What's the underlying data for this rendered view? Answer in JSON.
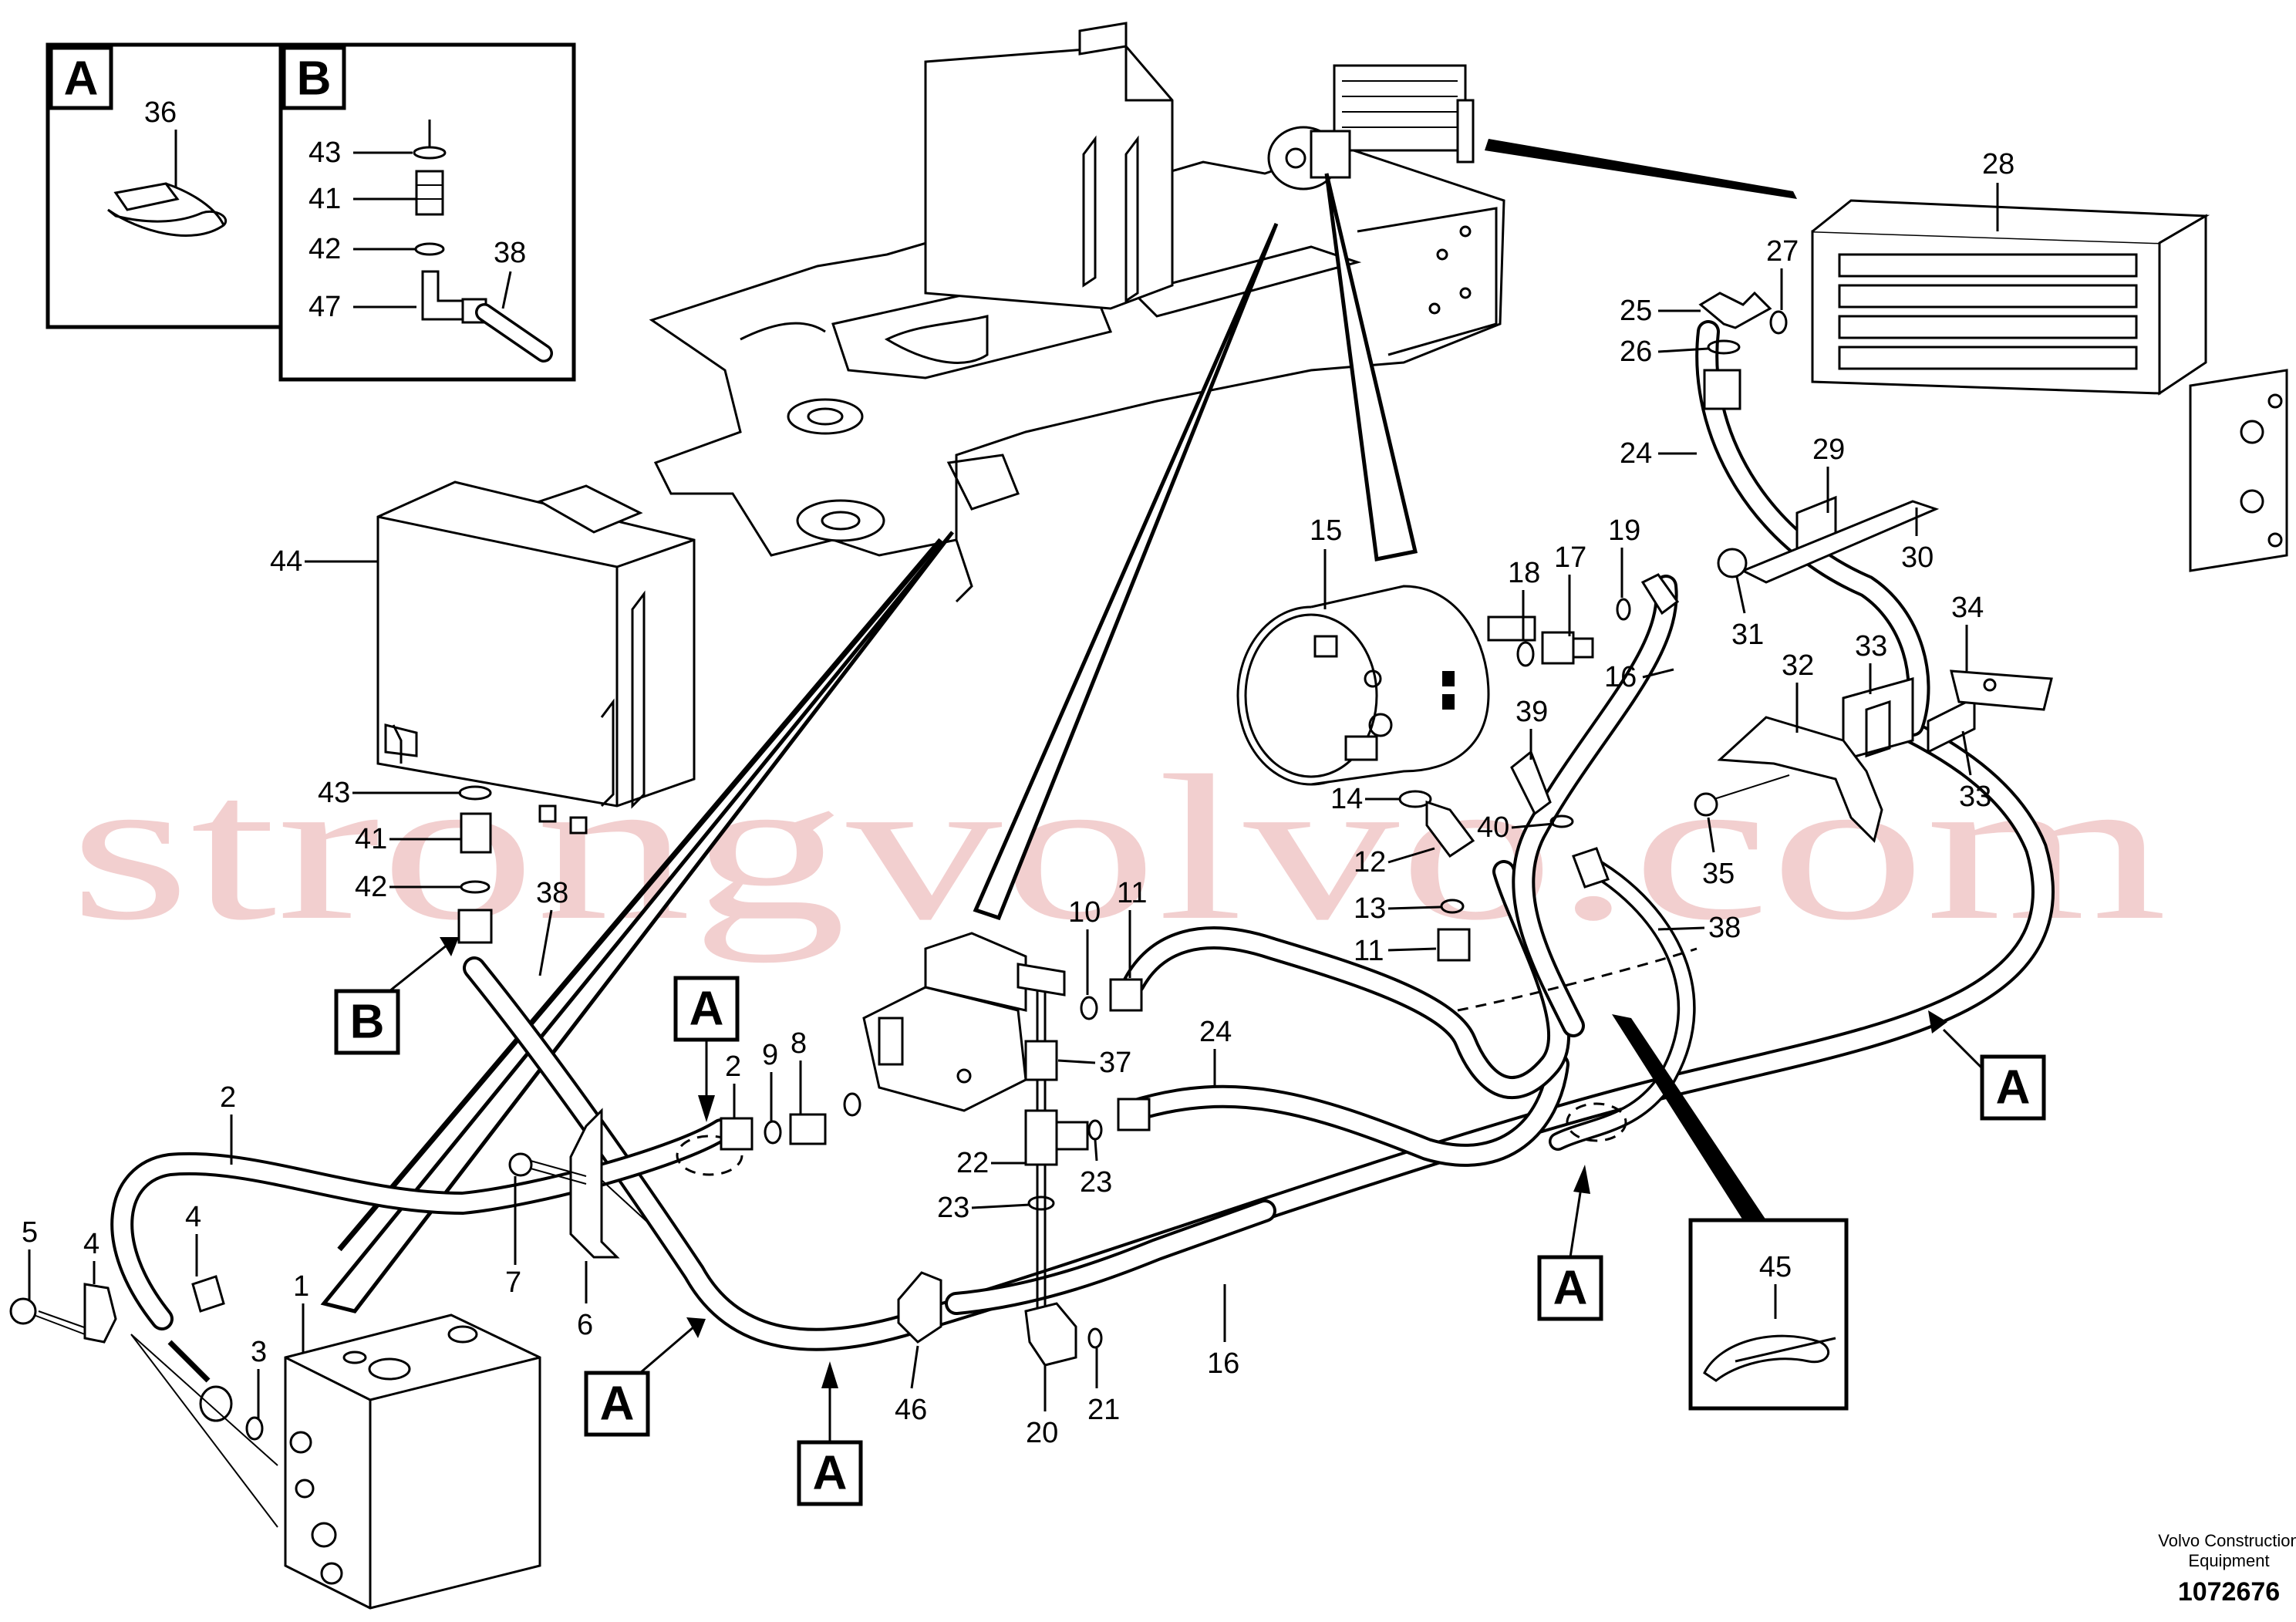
{
  "watermark": "strongvolvo.com",
  "footer": {
    "brand": "Volvo Construction Equipment",
    "doc_number": "1072676"
  },
  "detail_boxes": [
    {
      "letter": "A",
      "part": "36"
    },
    {
      "letter": "B",
      "parts": [
        "43",
        "41",
        "42",
        "47",
        "38"
      ]
    }
  ],
  "section_markers": [
    "A",
    "B",
    "A",
    "A",
    "A",
    "A",
    "A"
  ],
  "detail_45": {
    "part": "45"
  },
  "part_labels": [
    "1",
    "2",
    "2",
    "3",
    "4",
    "4",
    "5",
    "6",
    "7",
    "8",
    "9",
    "10",
    "11",
    "11",
    "12",
    "13",
    "14",
    "15",
    "16",
    "16",
    "17",
    "18",
    "19",
    "20",
    "21",
    "22",
    "23",
    "23",
    "24",
    "24",
    "25",
    "26",
    "27",
    "28",
    "29",
    "30",
    "31",
    "32",
    "33",
    "33",
    "34",
    "35",
    "37",
    "38",
    "38",
    "39",
    "40",
    "41",
    "42",
    "43",
    "44",
    "46"
  ]
}
